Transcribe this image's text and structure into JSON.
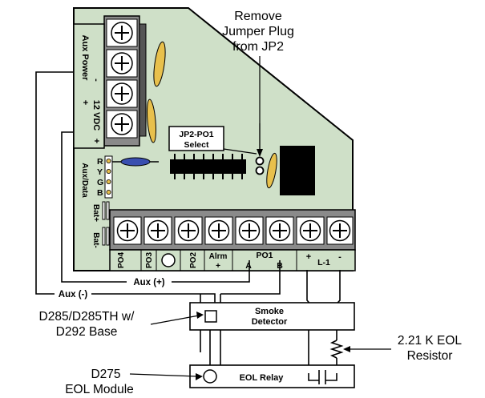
{
  "callouts": {
    "remove_jumper_line1": "Remove",
    "remove_jumper_line2": "Jumper Plug",
    "remove_jumper_line3": "from JP2",
    "smoke_base_line1": "D285/D285TH w/",
    "smoke_base_line2": "D292 Base",
    "eol_module_line1": "D275",
    "eol_module_line2": "EOL Module",
    "resistor_line1": "2.21 K EOL",
    "resistor_line2": "Resistor"
  },
  "board": {
    "aux_power_label": "Aux Power",
    "aux_power_minus": "-",
    "aux_power_plus": "+",
    "vdc_label": "12 VDC",
    "vdc_minus": "-",
    "vdc_plus": "+",
    "jp2_label_line1": "JP2-PO1",
    "jp2_label_line2": "Select",
    "aux_data_label": "Aux/Data",
    "data_pins": [
      "R",
      "Y",
      "G",
      "B"
    ],
    "bat_plus": "Bat+",
    "bat_minus": "Bat-",
    "bottom_terminals": {
      "po4": "PO4",
      "po3": "PO3",
      "po2": "PO2",
      "alrm": "Alrm",
      "alrm_plus": "+",
      "po1": "PO1",
      "po1_a": "A",
      "po1_b": "B",
      "l1": "L-1",
      "l1_plus": "+",
      "l1_minus": "-"
    }
  },
  "wiring": {
    "aux_plus_label": "Aux (+)",
    "aux_minus_label": "Aux (-)"
  },
  "devices": {
    "smoke_line1": "Smoke",
    "smoke_line2": "Detector",
    "eol_relay": "EOL Relay"
  },
  "colors": {
    "board": "#cfe0c8",
    "jumper": "#e8c04c",
    "jumper_blue": "#3a4fb0",
    "wire": "#000000"
  }
}
